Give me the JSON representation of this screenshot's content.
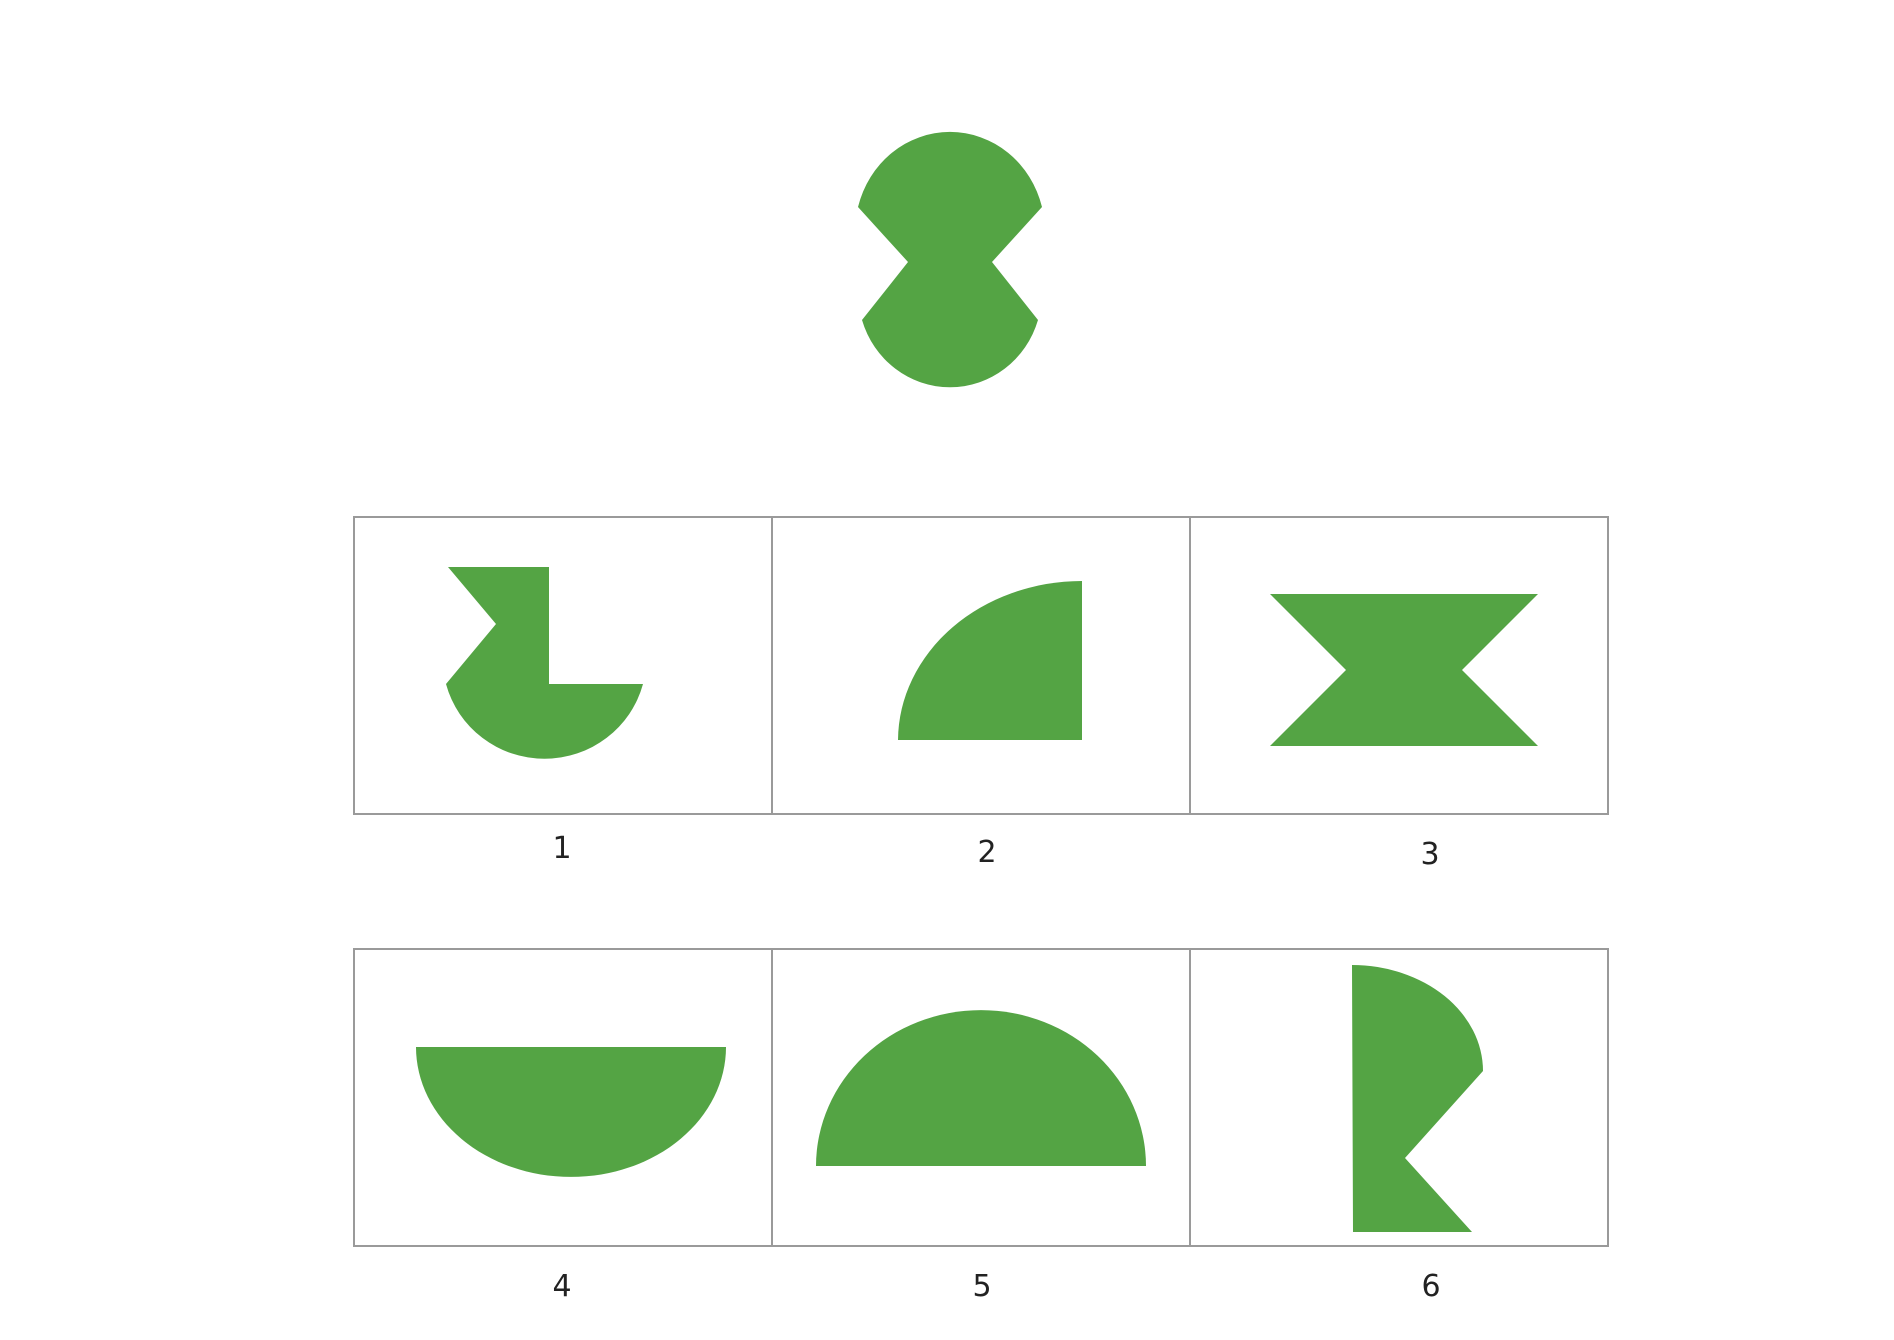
{
  "colors": {
    "shape_fill": "#54a444",
    "frame_stroke": "#9a9a9a",
    "label_text": "#222222"
  },
  "target": {
    "shape": "target-figure"
  },
  "options": [
    {
      "label": "1",
      "shape": "quarter-cut-bowl-with-notched-rectangle"
    },
    {
      "label": "2",
      "shape": "quarter-circle"
    },
    {
      "label": "3",
      "shape": "bowtie-trapezoids"
    },
    {
      "label": "4",
      "shape": "lower-semicircle"
    },
    {
      "label": "5",
      "shape": "upper-semicircle"
    },
    {
      "label": "6",
      "shape": "quarter-circle-with-notch"
    }
  ]
}
